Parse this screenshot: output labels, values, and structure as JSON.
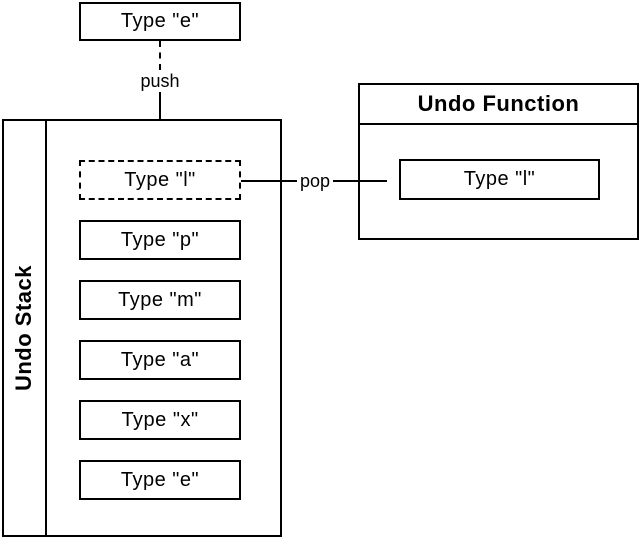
{
  "diagram": {
    "input_box": {
      "label": "Type \"e\""
    },
    "arrows": {
      "push_label": "push",
      "pop_label": "pop"
    },
    "stack": {
      "title": "Undo Stack",
      "top_item_style": "dashed",
      "items": [
        {
          "label": "Type \"l\""
        },
        {
          "label": "Type \"p\""
        },
        {
          "label": "Type \"m\""
        },
        {
          "label": "Type \"a\""
        },
        {
          "label": "Type \"x\""
        },
        {
          "label": "Type \"e\""
        }
      ]
    },
    "function_box": {
      "title": "Undo Function",
      "item_label": "Type \"l\""
    },
    "colors": {
      "stroke": "#000000",
      "background": "#ffffff"
    }
  }
}
